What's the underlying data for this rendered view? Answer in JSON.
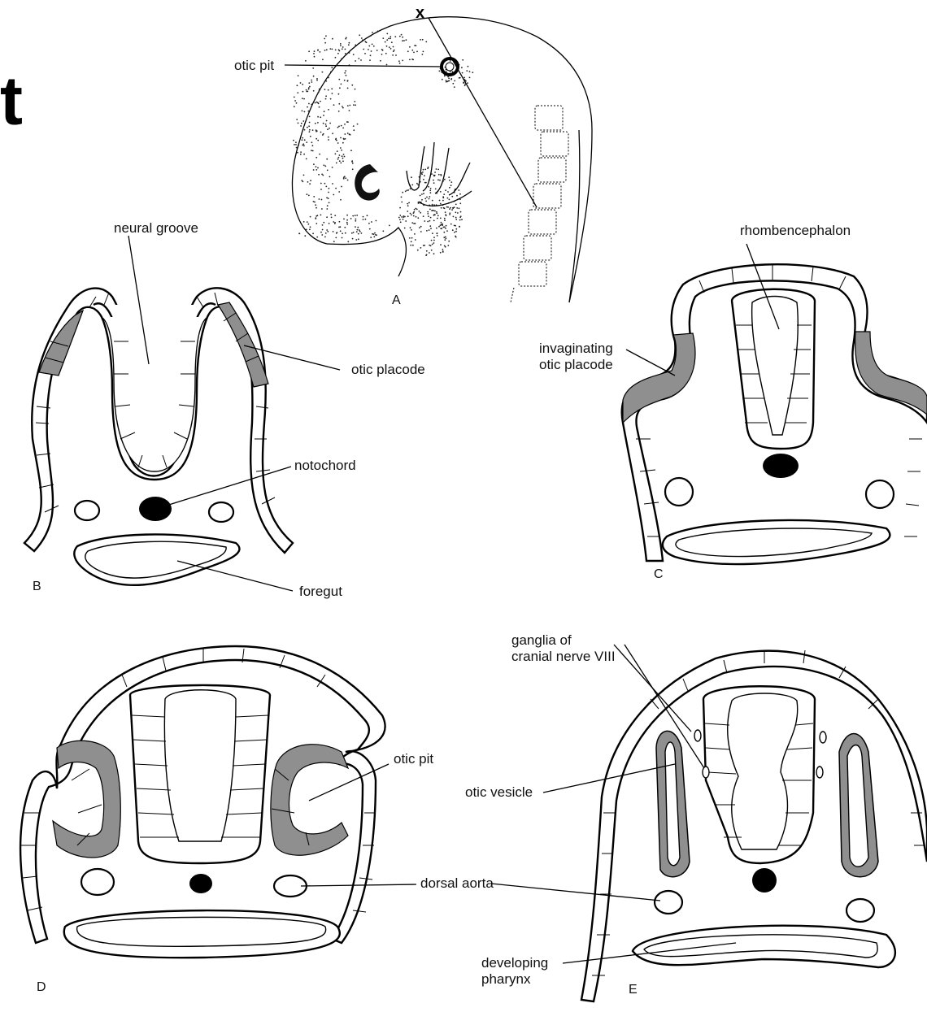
{
  "corner_letter": "t",
  "x_mark": "x",
  "panels": {
    "A": "A",
    "B": "B",
    "C": "C",
    "D": "D",
    "E": "E"
  },
  "labels": {
    "otic_pit_a": "otic pit",
    "neural_groove": "neural groove",
    "otic_placode": "otic placode",
    "notochord": "notochord",
    "foregut": "foregut",
    "rhombencephalon": "rhombencephalon",
    "invaginating_1": "invaginating",
    "invaginating_2": "otic placode",
    "otic_pit_d": "otic pit",
    "dorsal_aorta": "dorsal aorta",
    "ganglia_1": "ganglia of",
    "ganglia_2": "cranial nerve VIII",
    "otic_vesicle": "otic vesicle",
    "pharynx_1": "developing",
    "pharynx_2": "pharynx"
  }
}
